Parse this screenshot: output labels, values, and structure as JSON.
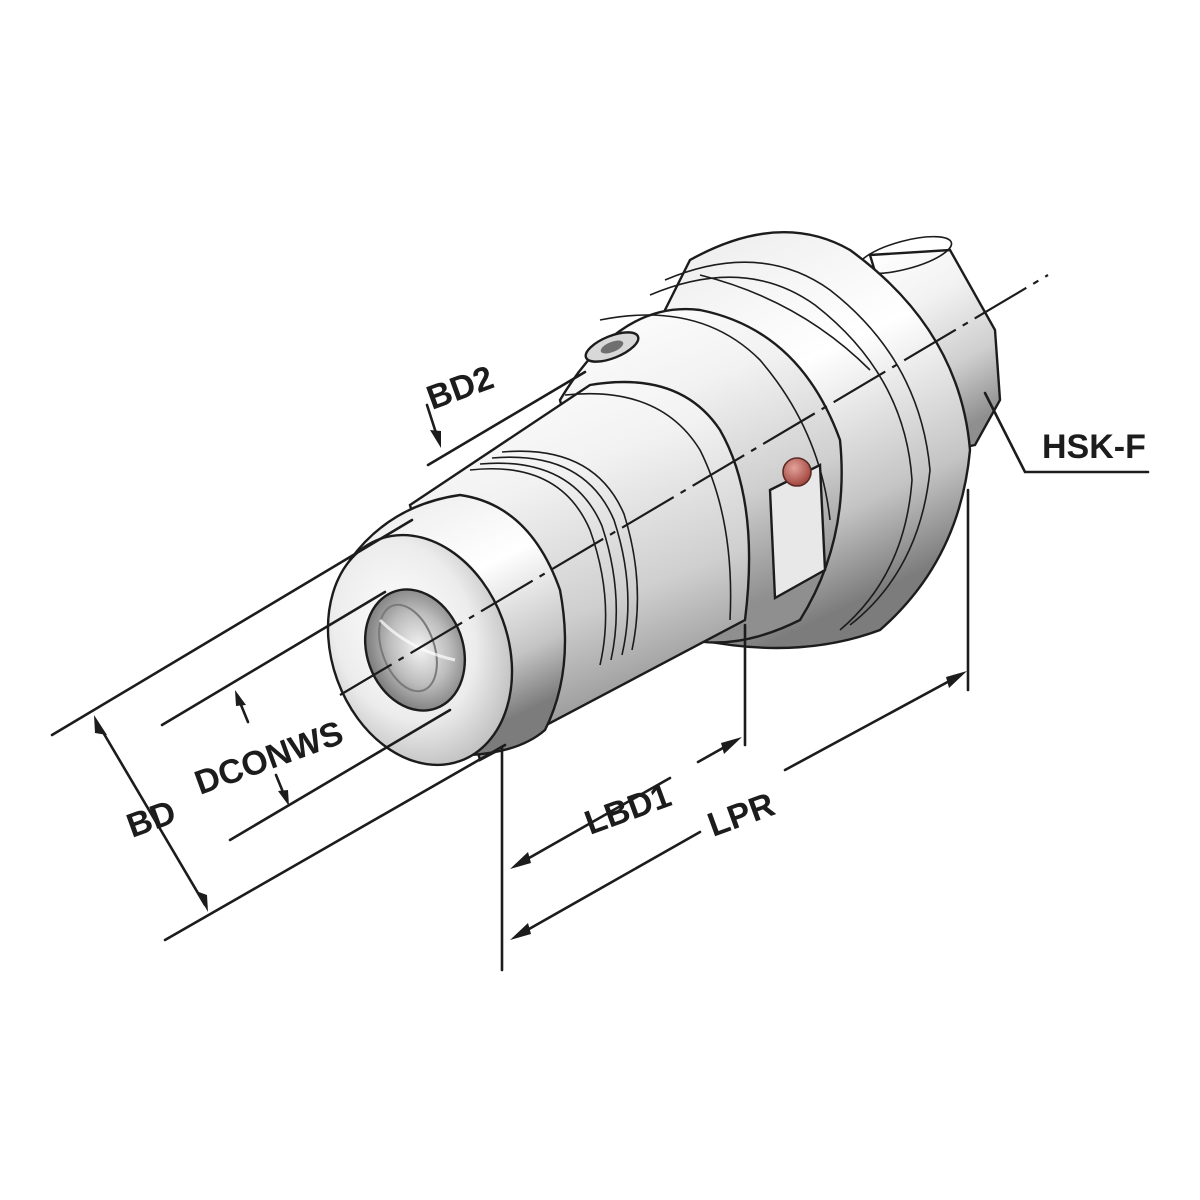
{
  "labels": {
    "bd2": "BD2",
    "hsk": "HSK-F",
    "dconws": "DCONWS",
    "bd": "BD",
    "lbd1": "LBD1",
    "lpr": "LPR"
  },
  "colors": {
    "line": "#1c1c1c",
    "metal_light": "#ffffff",
    "metal_mid": "#d6d6d6",
    "metal_dark": "#8e8e8e",
    "pin": "#b5544c"
  },
  "icons": {
    "arrow": "filled-triangle-arrowhead",
    "set_screw": "hex-socket-screw"
  }
}
